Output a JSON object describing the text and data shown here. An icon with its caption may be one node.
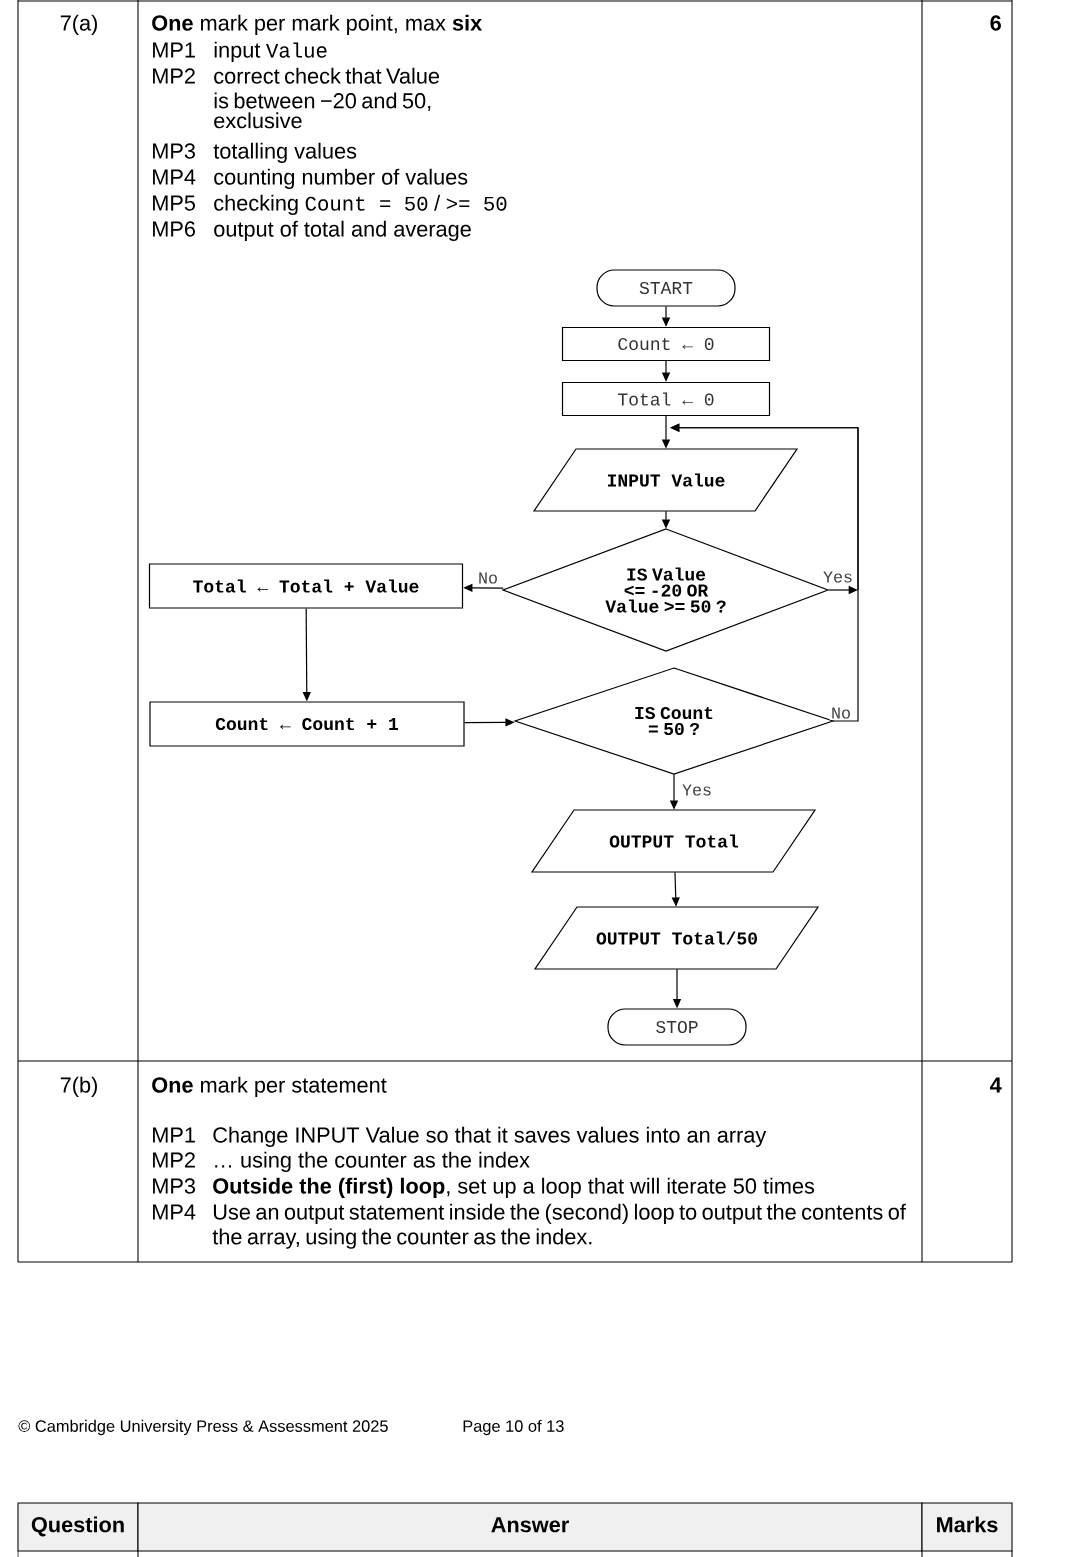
{
  "diagram": {
    "nodes": [
      {
        "text": [
          "START"
        ]
      },
      {
        "text": [
          "Count ← 0"
        ]
      },
      {
        "text": [
          "Total ← 0"
        ]
      },
      {
        "text": [
          "INPUT Value"
        ]
      },
      {
        "text": [
          "IS Value <= -20 OR Value >= 50 ?"
        ]
      },
      {
        "text": [
          "Total ← Total + Value"
        ]
      },
      {
        "text": [
          "Count ← Count + 1"
        ]
      },
      {
        "text": [
          "IS Count = 50 ?"
        ]
      },
      {
        "text": [
          "OUTPUT Total"
        ]
      },
      {
        "text": [
          "OUTPUT Total/50"
        ]
      },
      {
        "text": [
          "STOP"
        ]
      }
    ],
    "edges": [
      {
        "from": 0,
        "to": 1,
        "arrow": "to"
      },
      {
        "from": 1,
        "to": 2,
        "arrow": "to"
      },
      {
        "from": 2,
        "to": 3,
        "arrow": "to"
      },
      {
        "from": 3,
        "to": 4,
        "arrow": "to"
      },
      {
        "from": 4,
        "to": 5,
        "arrow": "to",
        "label": "No"
      },
      {
        "from": 4,
        "to": 3,
        "arrow": "to",
        "label": "Yes"
      },
      {
        "from": 5,
        "to": 6,
        "arrow": "to"
      },
      {
        "from": 6,
        "to": 7,
        "arrow": "to"
      },
      {
        "from": 7,
        "to": 3,
        "arrow": "to",
        "label": "No"
      },
      {
        "from": 7,
        "to": 8,
        "arrow": "to",
        "label": "Yes"
      },
      {
        "from": 8,
        "to": 9,
        "arrow": "to"
      },
      {
        "from": 9,
        "to": 10,
        "arrow": "to"
      }
    ],
    "labels": [
      "7(a)",
      "**One** mark per mark point, max **six**",
      "6",
      "MP1",
      "input",
      "Value",
      "MP2",
      "correct check that Value is between −20 and 50, exclusive",
      "MP3",
      "totalling values",
      "MP4",
      "counting number of values",
      "MP5",
      "checking",
      "Count = 50",
      "/",
      ">= 50",
      "MP6",
      "output of total and average",
      "7(b)",
      "**One** mark per statement",
      "4",
      "MP1",
      "Change INPUT Value so that it saves values into an array",
      "MP2",
      "… using the counter as the index",
      "MP3",
      "**Outside the (first) loop**, set up a loop that will iterate 50 times",
      "MP4",
      "Use an output statement inside the (second) loop to output the contents of the array, using the counter as the index.",
      "© Cambridge University Press & Assessment 2025",
      "Page 10 of 13",
      "Question",
      "Answer",
      "Marks"
    ]
  }
}
